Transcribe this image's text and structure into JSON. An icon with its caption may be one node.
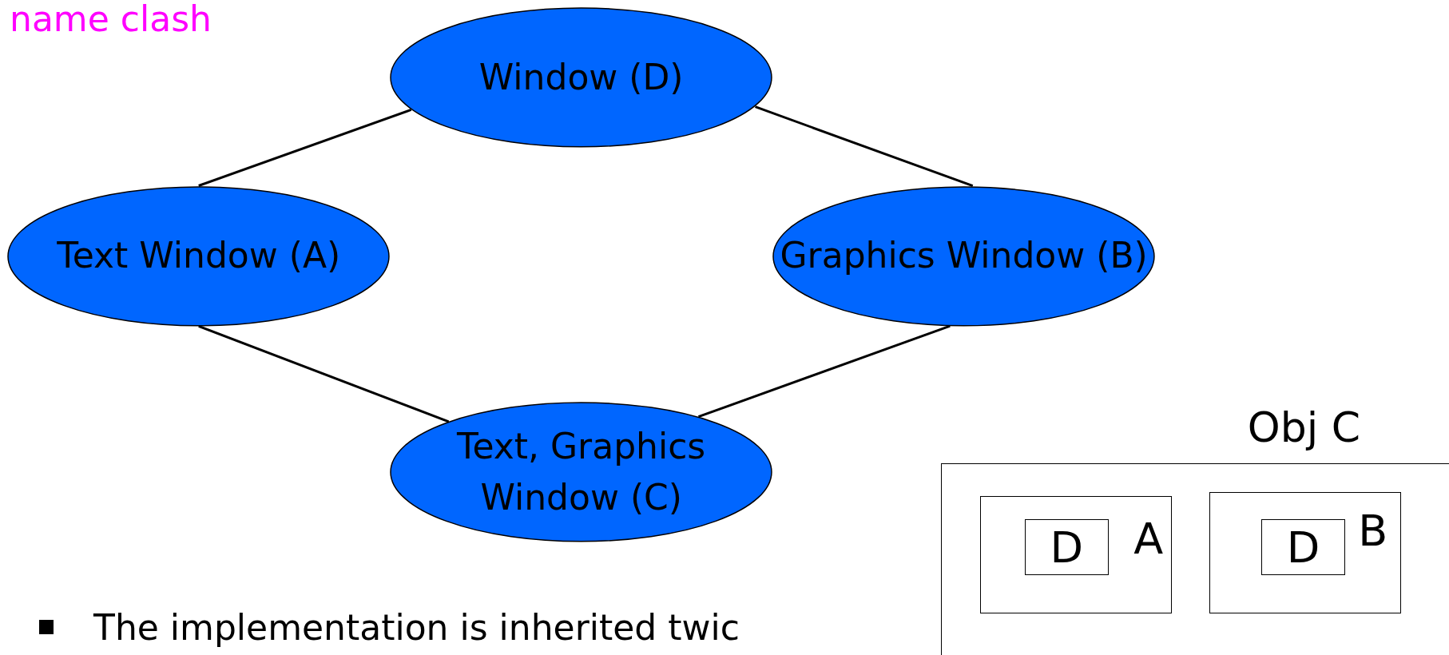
{
  "diagram": {
    "nodes": [
      {
        "text": [
          "Window (D)"
        ]
      },
      {
        "text": [
          "Text Window (A)"
        ]
      },
      {
        "text": [
          "Graphics Window (B)"
        ]
      },
      {
        "text": [
          "Text, Graphics Window (C)"
        ]
      },
      {
        "text": [
          "Obj C"
        ]
      },
      {
        "text": [
          "A"
        ],
        "in": 4
      },
      {
        "text": [
          "D"
        ],
        "in": 5
      },
      {
        "text": [
          "B"
        ],
        "in": 4
      },
      {
        "text": [
          "D"
        ],
        "in": 7
      }
    ],
    "edges": [
      {
        "from": 0,
        "to": 1,
        "arrow": "none"
      },
      {
        "from": 0,
        "to": 2,
        "arrow": "none"
      },
      {
        "from": 1,
        "to": 3,
        "arrow": "none"
      },
      {
        "from": 2,
        "to": 3,
        "arrow": "none"
      }
    ],
    "labels": [
      "name clash",
      "The implementation is inherited twic"
    ]
  }
}
